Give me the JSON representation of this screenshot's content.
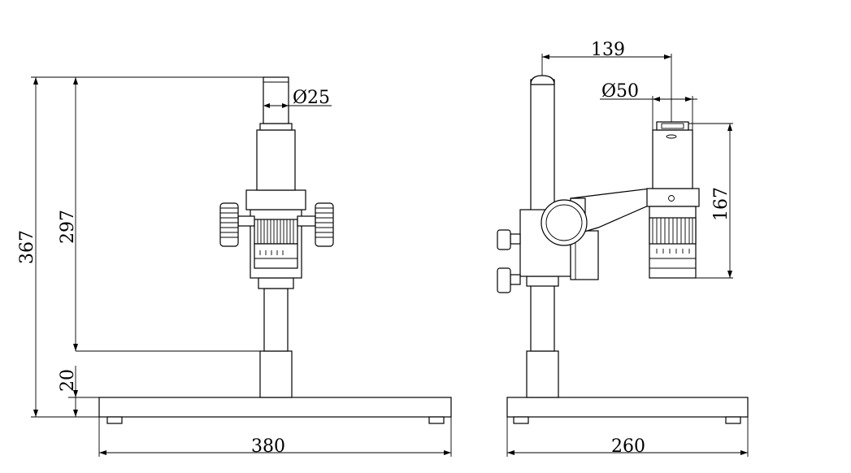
{
  "diagram": {
    "front_view": {
      "dimensions": {
        "total_height": "367",
        "lift_height": "297",
        "base_thickness": "20",
        "base_width": "380",
        "eyepiece_diameter": "Ø25"
      }
    },
    "side_view": {
      "dimensions": {
        "arm_reach": "139",
        "lens_diameter": "Ø50",
        "lens_height": "167",
        "base_depth": "260"
      }
    }
  }
}
